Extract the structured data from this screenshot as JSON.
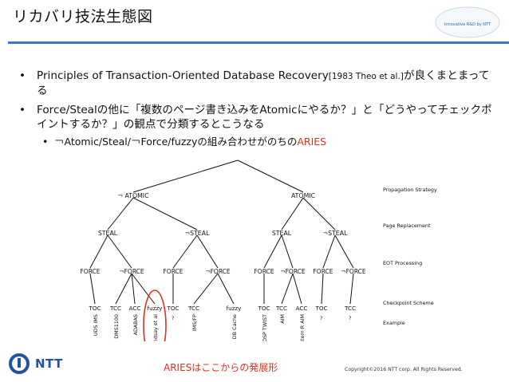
{
  "slide": {
    "title": "リカバリ技法生態図",
    "badge_text": "Innovative R&D by NTT",
    "bullets": [
      {
        "main": "Principles of Transaction-Oriented Database Recovery",
        "cite": "[1983 Theo et al.]",
        "tail": "が良くまとまってる"
      },
      {
        "main": "Force/Stealの他に「複数のページ書き込みをAtomicにやるか？」と「どうやってチェックポイントするか？」の観点で分類するとこうなる"
      }
    ],
    "sub_bullet": {
      "text": "￢Atomic/Steal/￢Force/fuzzyの組み合わせがのちの",
      "highlight": "ARIES"
    },
    "caption": "ARIESはここからの発展形",
    "copyright": "Copyright©2016  NTT corp. All Rights Reserved.",
    "logo": "NTT"
  },
  "tree": {
    "level1": [
      "¬ ATOMIC",
      "ATOMIC"
    ],
    "level2": [
      "STEAL",
      "¬STEAL",
      "STEAL",
      "¬STEAL"
    ],
    "level3": [
      "FORCE",
      "¬FORCE",
      "FORCE",
      "¬FORCE",
      "FORCE",
      "¬FORCE",
      "FORCE",
      "¬FORCE"
    ],
    "level4": [
      "TOC",
      "TCC",
      "ACC",
      "fuzzy",
      "TOC",
      "TCC",
      "fuzzy",
      "TOC",
      "TCC",
      "ACC",
      "TOC",
      "TCC"
    ],
    "level5": [
      "UDS IMS",
      "DMS1100",
      "ADABAS",
      "Lindsay et al",
      "?",
      "IMS/FP",
      "DB Cache",
      "TOSP TWIST",
      "AIM",
      "System R AIM",
      "?",
      "?"
    ],
    "legend": [
      "Propagation Strategy",
      "Page Replacement",
      "EOT Processing",
      "Checkpoint Scheme",
      "Example"
    ]
  }
}
